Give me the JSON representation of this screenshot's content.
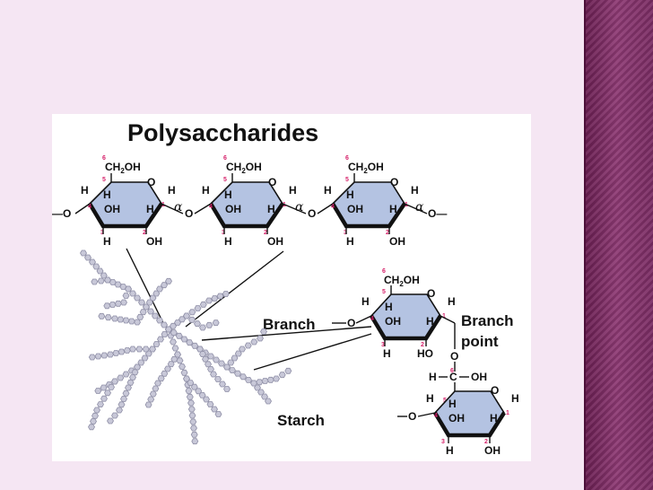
{
  "figure": {
    "title": "Polysaccharides",
    "labels": {
      "branch": "Branch",
      "branch_point_line1": "Branch",
      "branch_point_line2": "point",
      "starch": "Starch",
      "alpha": "α"
    },
    "atoms": {
      "ch": "CH",
      "two": "2",
      "oh": "OH",
      "ho": "HO",
      "h": "H",
      "o": "O",
      "c": "C",
      "bond_o": "—O",
      "o_bond": "O—"
    },
    "carbon_numbers": [
      "1",
      "2",
      "3",
      "4",
      "5",
      "6"
    ]
  },
  "colors": {
    "ring_fill": "#b4c3e2",
    "carbon_number": "#d6226b",
    "bead": "#c8c8d8",
    "sidebar": "#7a2c63"
  }
}
